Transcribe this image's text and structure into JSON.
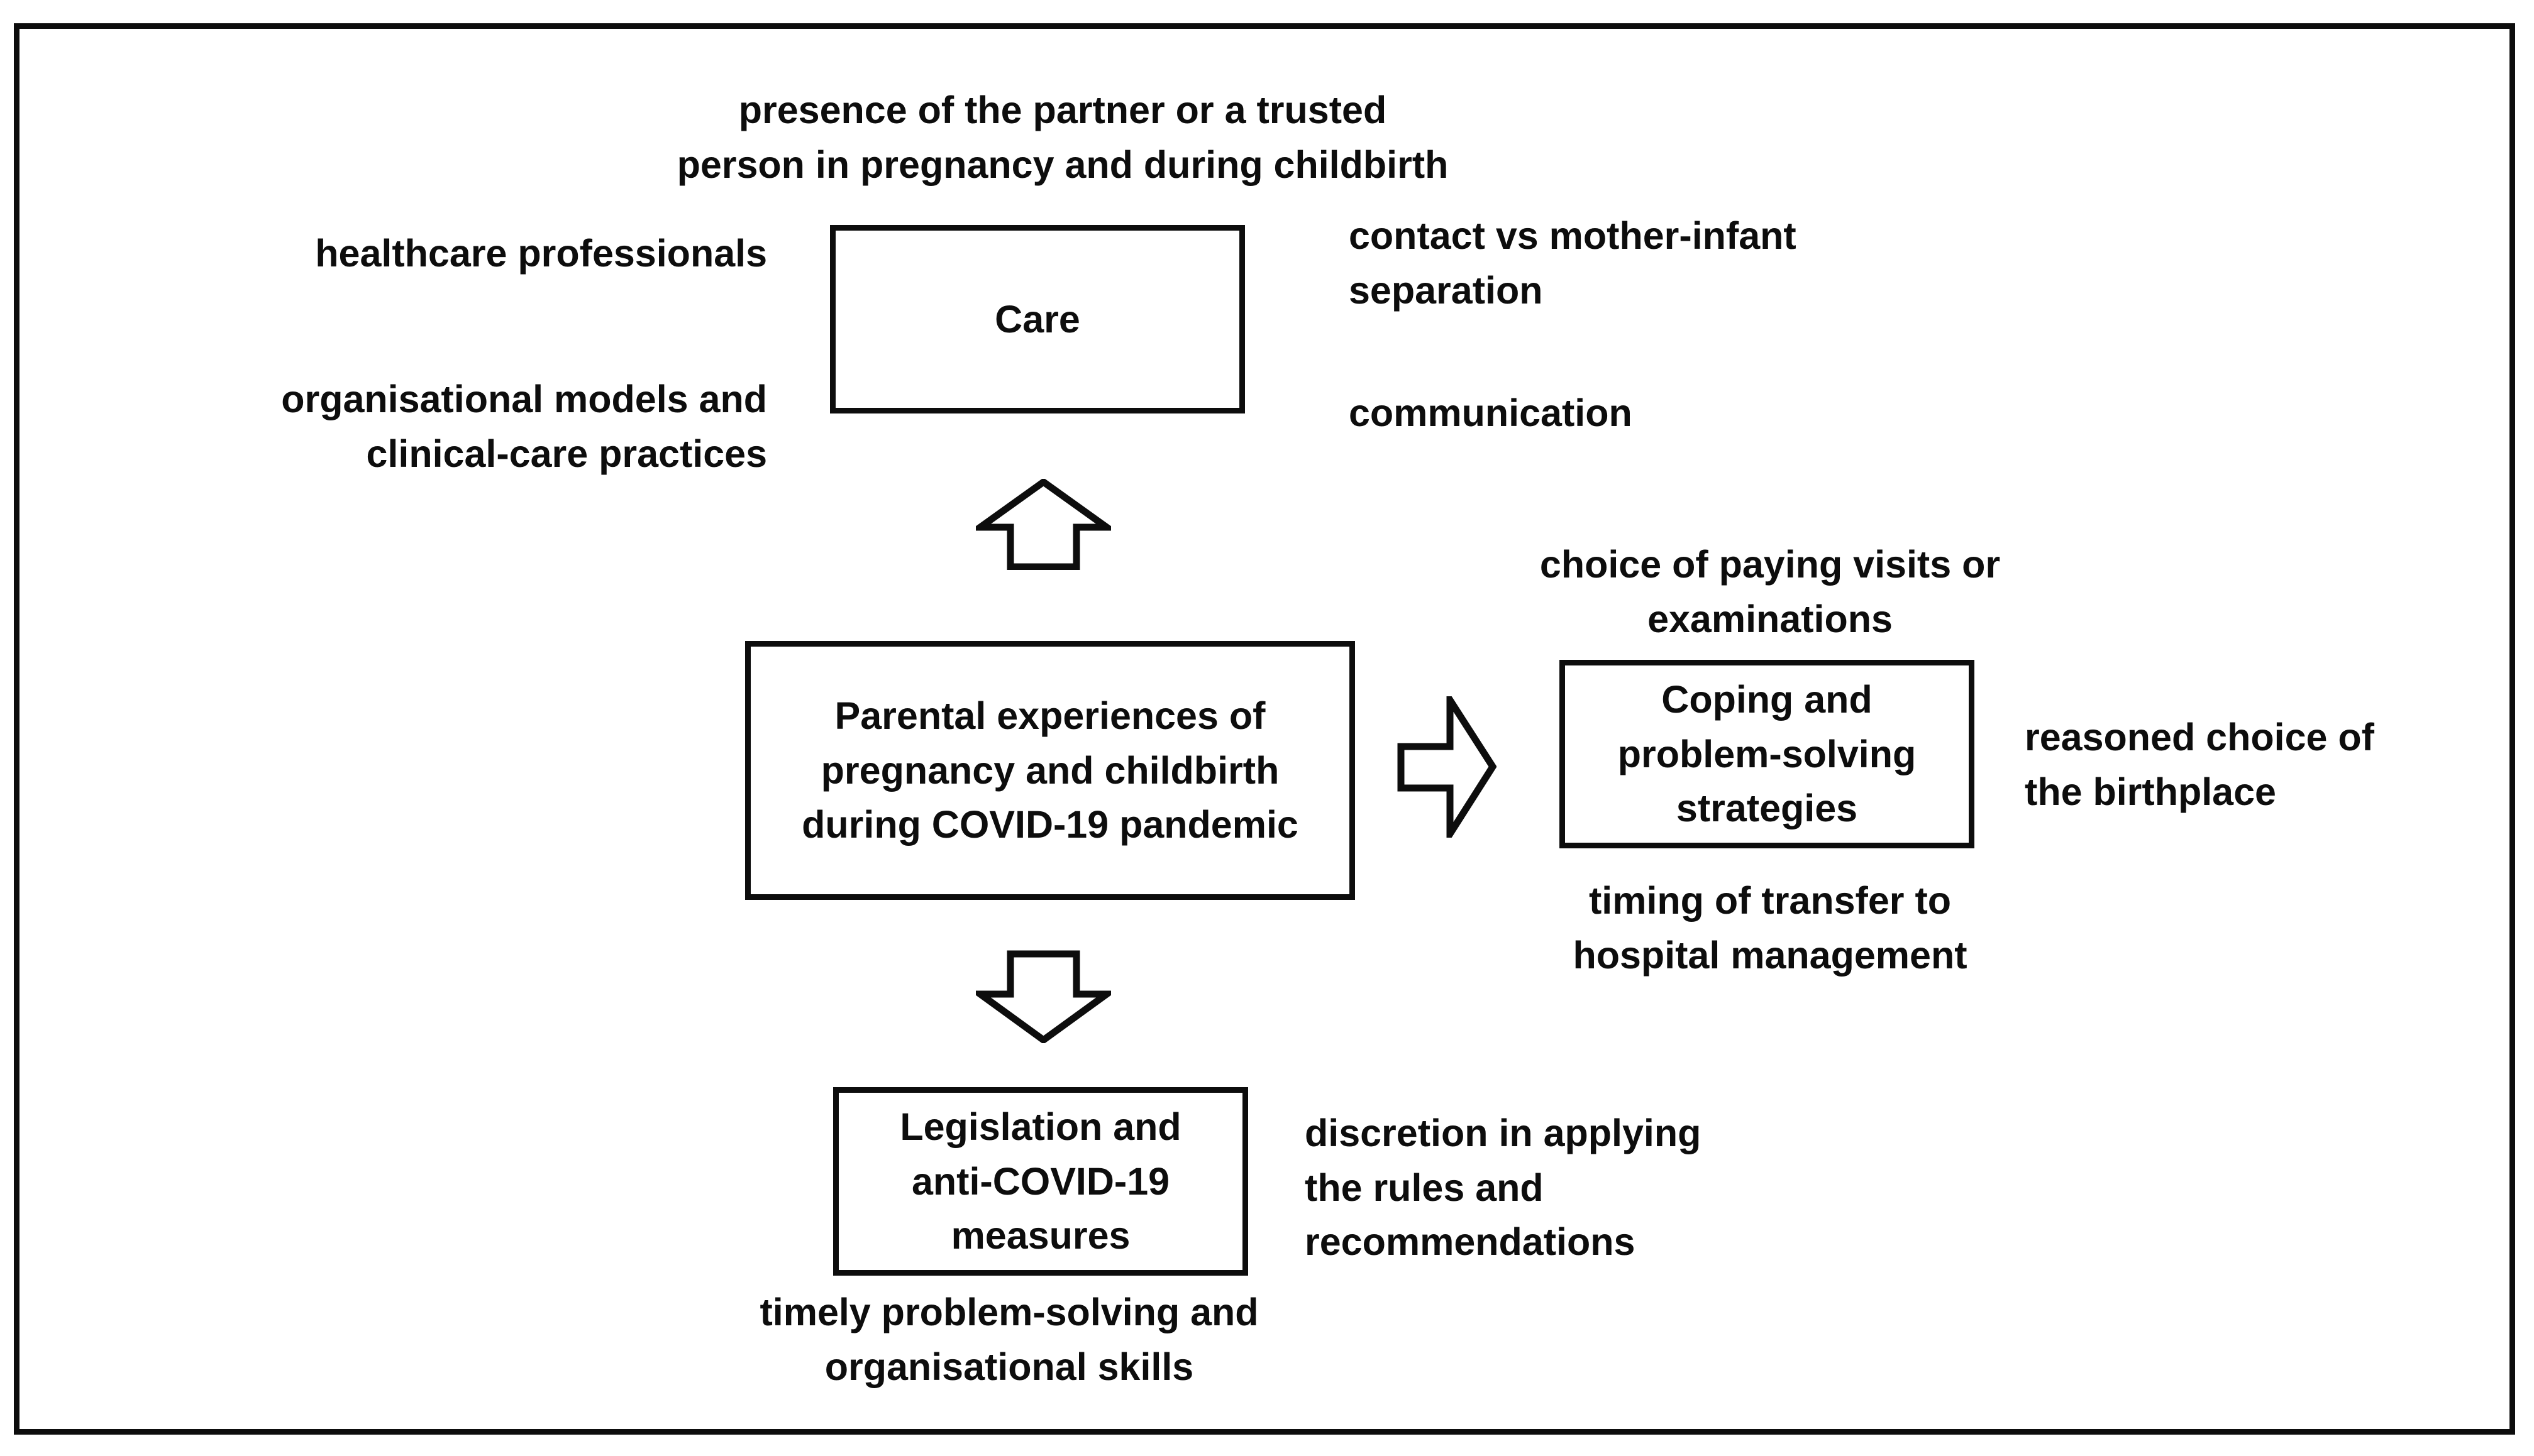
{
  "diagram": {
    "title": "Parental experiences of pregnancy and childbirth during COVID-19 pandemic",
    "frame_color": "#0d0d0d",
    "background": "#ffffff",
    "boxes": [
      {
        "id": "care",
        "label": "Care"
      },
      {
        "id": "central",
        "label": "Parental experiences of\npregnancy and childbirth\nduring COVID-19 pandemic"
      },
      {
        "id": "coping",
        "label": "Coping and\nproblem-solving\nstrategies"
      },
      {
        "id": "legislation",
        "label": "Legislation and\nanti-COVID-19\nmeasures"
      }
    ],
    "annotations": [
      {
        "id": "partner-presence",
        "text": "presence of the partner or a trusted\nperson in pregnancy and during childbirth",
        "related_box": "care"
      },
      {
        "id": "healthcare-professionals",
        "text": "healthcare professionals",
        "related_box": "care"
      },
      {
        "id": "organisational-models",
        "text": "organisational models and\nclinical-care practices",
        "related_box": "care"
      },
      {
        "id": "contact-vs-separation",
        "text": "contact vs mother-infant\nseparation",
        "related_box": "care"
      },
      {
        "id": "communication",
        "text": "communication",
        "related_box": "care"
      },
      {
        "id": "choice-paying-visits",
        "text": "choice of paying visits or\nexaminations",
        "related_box": "coping"
      },
      {
        "id": "reasoned-choice-birthplace",
        "text": "reasoned choice of\nthe birthplace",
        "related_box": "coping"
      },
      {
        "id": "timing-transfer",
        "text": "timing of transfer to\nhospital management",
        "related_box": "coping"
      },
      {
        "id": "discretion-rules",
        "text": "discretion in applying\nthe rules and\nrecommendations",
        "related_box": "legislation"
      },
      {
        "id": "timely-problem-solving",
        "text": "timely problem-solving and\norganisational skills",
        "related_box": "legislation"
      }
    ],
    "arrows": [
      {
        "id": "arrow-up",
        "direction": "up",
        "from": "central",
        "to": "care"
      },
      {
        "id": "arrow-right",
        "direction": "right",
        "from": "central",
        "to": "coping"
      },
      {
        "id": "arrow-down",
        "direction": "down",
        "from": "central",
        "to": "legislation"
      }
    ]
  }
}
